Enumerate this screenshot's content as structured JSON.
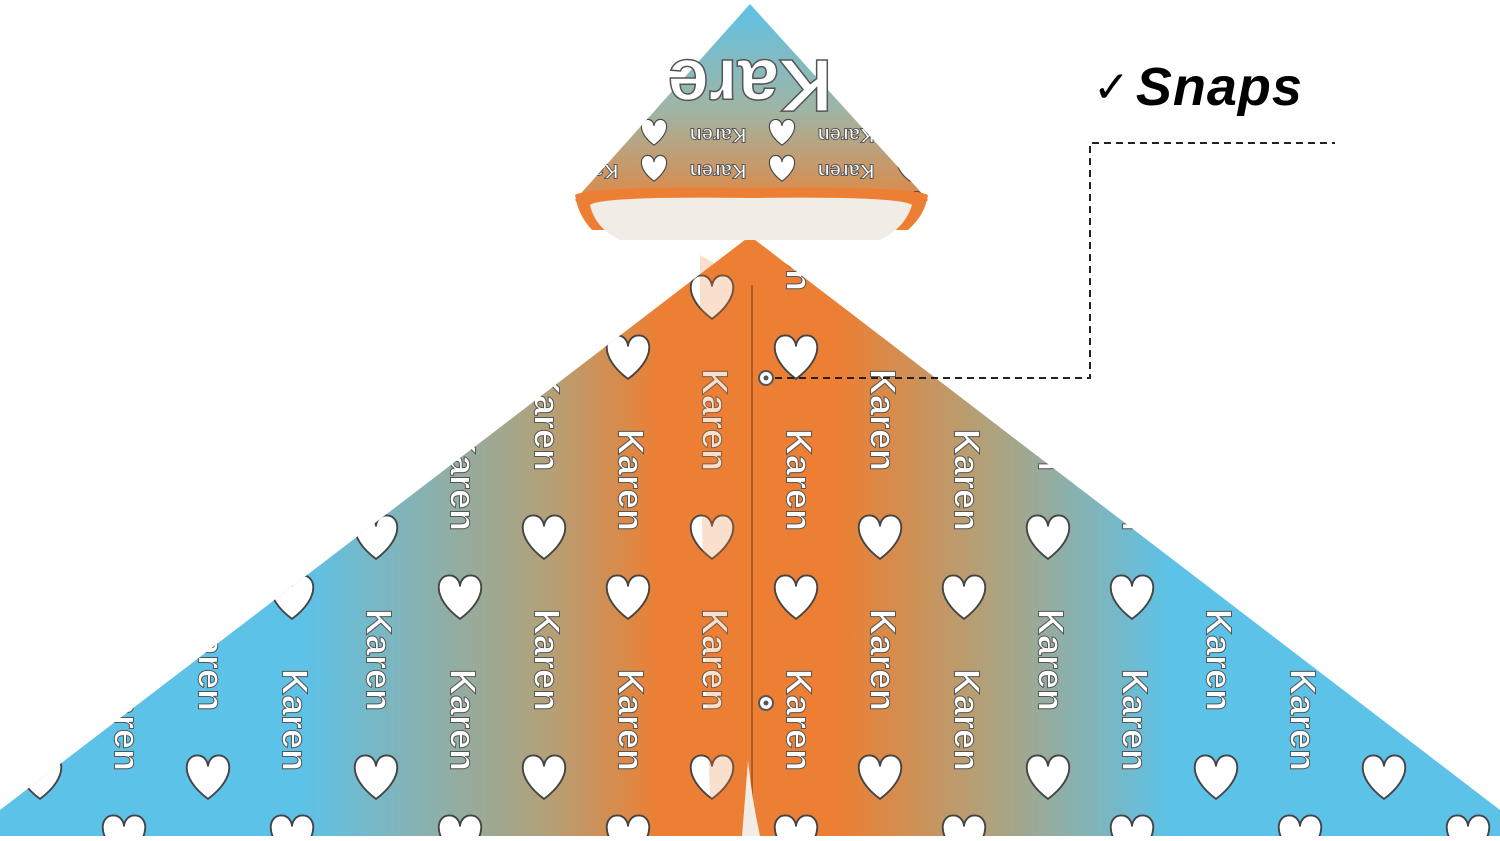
{
  "product": {
    "pattern_name_text": "Karen",
    "hood_large_text": "Kare",
    "colors": {
      "sky_blue": "#5cc2e8",
      "orange": "#ec7f33",
      "heart_fill": "#ffffff",
      "heart_stroke": "#444444",
      "fleece": "#f1ede6"
    },
    "icons": [
      "heart-icon",
      "snap-button-icon"
    ]
  },
  "callout": {
    "check_mark": "✓",
    "label": "Snaps"
  }
}
